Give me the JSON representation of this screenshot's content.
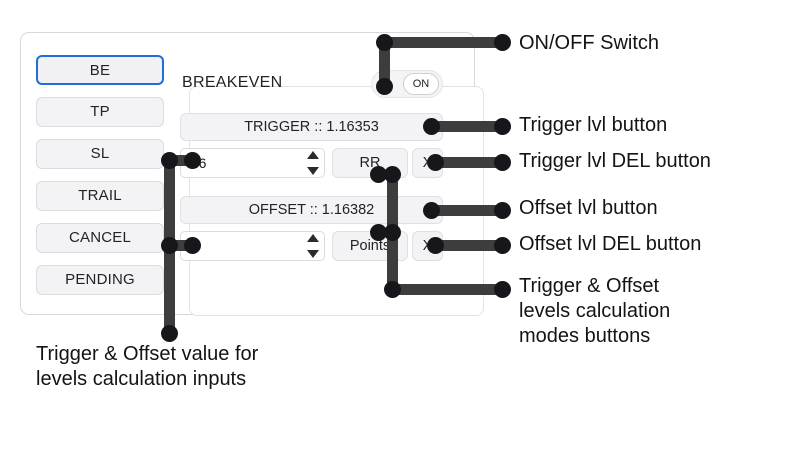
{
  "panel": {
    "tabs": [
      {
        "label": "BE",
        "active": true
      },
      {
        "label": "TP",
        "active": false
      },
      {
        "label": "SL",
        "active": false
      },
      {
        "label": "TRAIL",
        "active": false
      },
      {
        "label": "CANCEL",
        "active": false
      },
      {
        "label": "PENDING",
        "active": false
      }
    ],
    "section_title": "BREAKEVEN",
    "switch": {
      "state_label": "ON"
    },
    "trigger": {
      "level_label": "TRIGGER :: 1.16353",
      "input_value": "0.6",
      "mode_label": "RR",
      "delete_label": "X"
    },
    "offset": {
      "level_label": "OFFSET :: 1.16382",
      "input_value": "7",
      "mode_label": "Points",
      "delete_label": "X"
    },
    "spinner": {
      "up_icon": "triangle-up-icon",
      "down_icon": "triangle-down-icon"
    }
  },
  "annotations": {
    "switch": "ON/OFF Switch",
    "trigger_level": "Trigger lvl button",
    "trigger_delete": "Trigger lvl DEL button",
    "offset_level": "Offset lvl button",
    "offset_delete": "Offset lvl DEL button",
    "modes": "Trigger & Offset\nlevels calculation\nmodes buttons",
    "inputs": "Trigger & Offset value for\nlevels calculation inputs"
  },
  "colors": {
    "accent": "#1e6fdb",
    "leader": "#3d3d3d",
    "dot": "#17171b",
    "button_bg": "#f3f3f5",
    "text": "#141414"
  }
}
